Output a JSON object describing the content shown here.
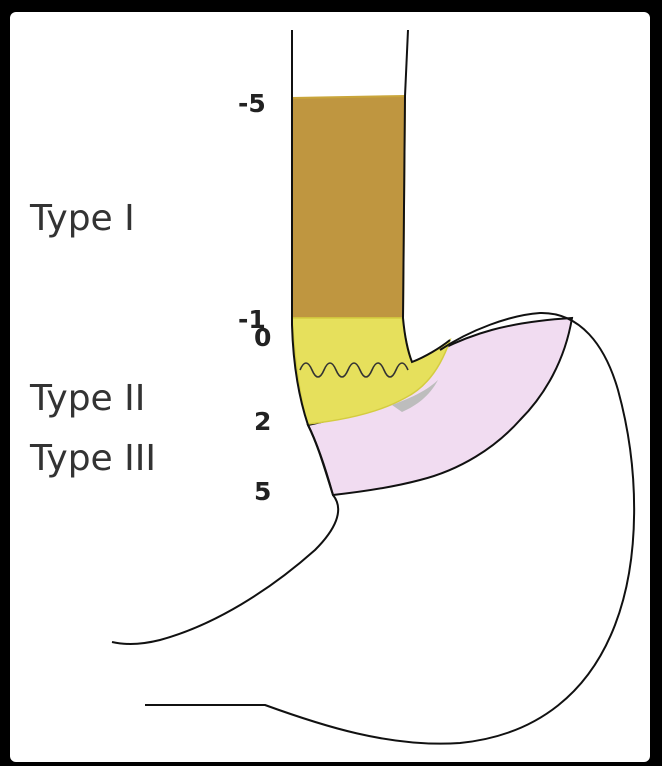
{
  "diagram": {
    "type_labels": {
      "type_1": "Type I",
      "type_2": "Type II",
      "type_3": "Type III"
    },
    "markers": {
      "minus_5": "-5",
      "minus_1": "-1",
      "zero": "0",
      "plus_2": "2",
      "plus_5": "5"
    },
    "colors": {
      "background_frame": "#000000",
      "panel": "#ffffff",
      "type_1_region": "#bf9640",
      "type_2_region": "#e6e05c",
      "type_3_region": "#f1dcf1",
      "outline": "#111111"
    }
  }
}
